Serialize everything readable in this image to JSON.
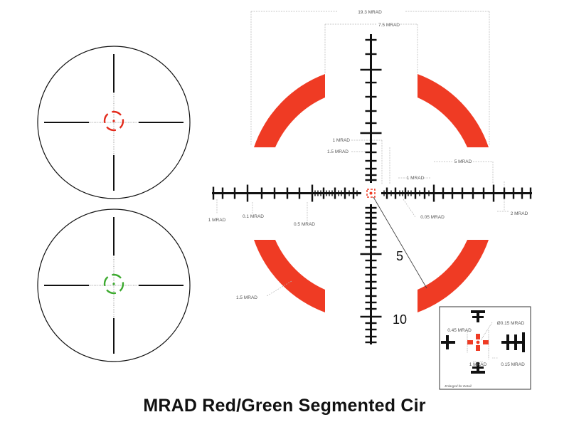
{
  "caption": "MRAD Red/Green Segmented Cir",
  "colors": {
    "reticle": "#111111",
    "segment_red": "#ef3b24",
    "dot_red": "#e32b1c",
    "dot_green": "#3daa2f",
    "dimension_line": "#b5b5b5",
    "dimension_text": "#555555"
  },
  "thumbnails": [
    {
      "name": "red-illuminated-preview",
      "illumination_color": "red"
    },
    {
      "name": "green-illuminated-preview",
      "illumination_color": "green"
    }
  ],
  "dimensions": {
    "outer_span": "19.3 MRAD",
    "segment_span": "7.5 MRAD",
    "post_1": "1 MRAD",
    "post_1_5": "1.5 MRAD",
    "hash_1": "1 MRAD",
    "hash_5": "5 MRAD",
    "left_1": "1 MRAD",
    "left_0_1": "0.1 MRAD",
    "left_0_5": "0.5 MRAD",
    "right_0_05": "0.05 MRAD",
    "right_2": "2 MRAD",
    "ring_thickness": "1.5 MRAD"
  },
  "stadia_numbers": [
    "5",
    "10"
  ],
  "detail_inset": {
    "dot_diameter": "Ø0.15 MRAD",
    "gap": "0.45 MRAD",
    "bar_length": "1 MRAD",
    "bar_width": "0.15 MRAD",
    "note": "Enlarged for Detail"
  }
}
